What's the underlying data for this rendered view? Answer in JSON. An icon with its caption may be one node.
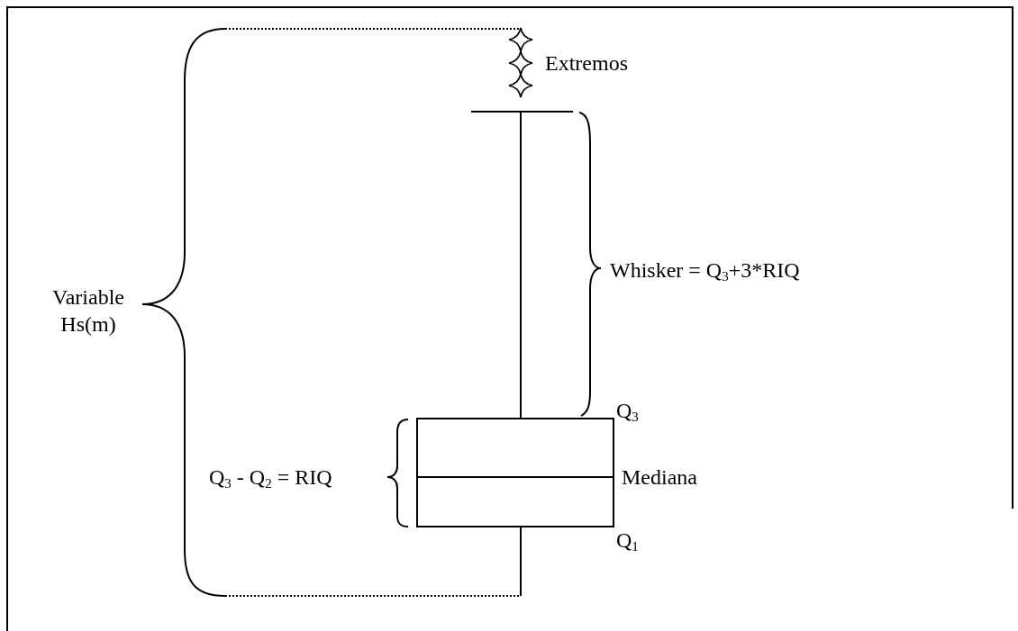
{
  "diagram": {
    "labels": [
      "Extremos",
      "Whisker = Q$_{3}$+3*RIQ",
      "Variable Hs(m)",
      "Q$_{3}$",
      "Q$_{3}$ - Q$_{2}$ = RIQ",
      "Mediana",
      "Q$_{1}$"
    ]
  }
}
